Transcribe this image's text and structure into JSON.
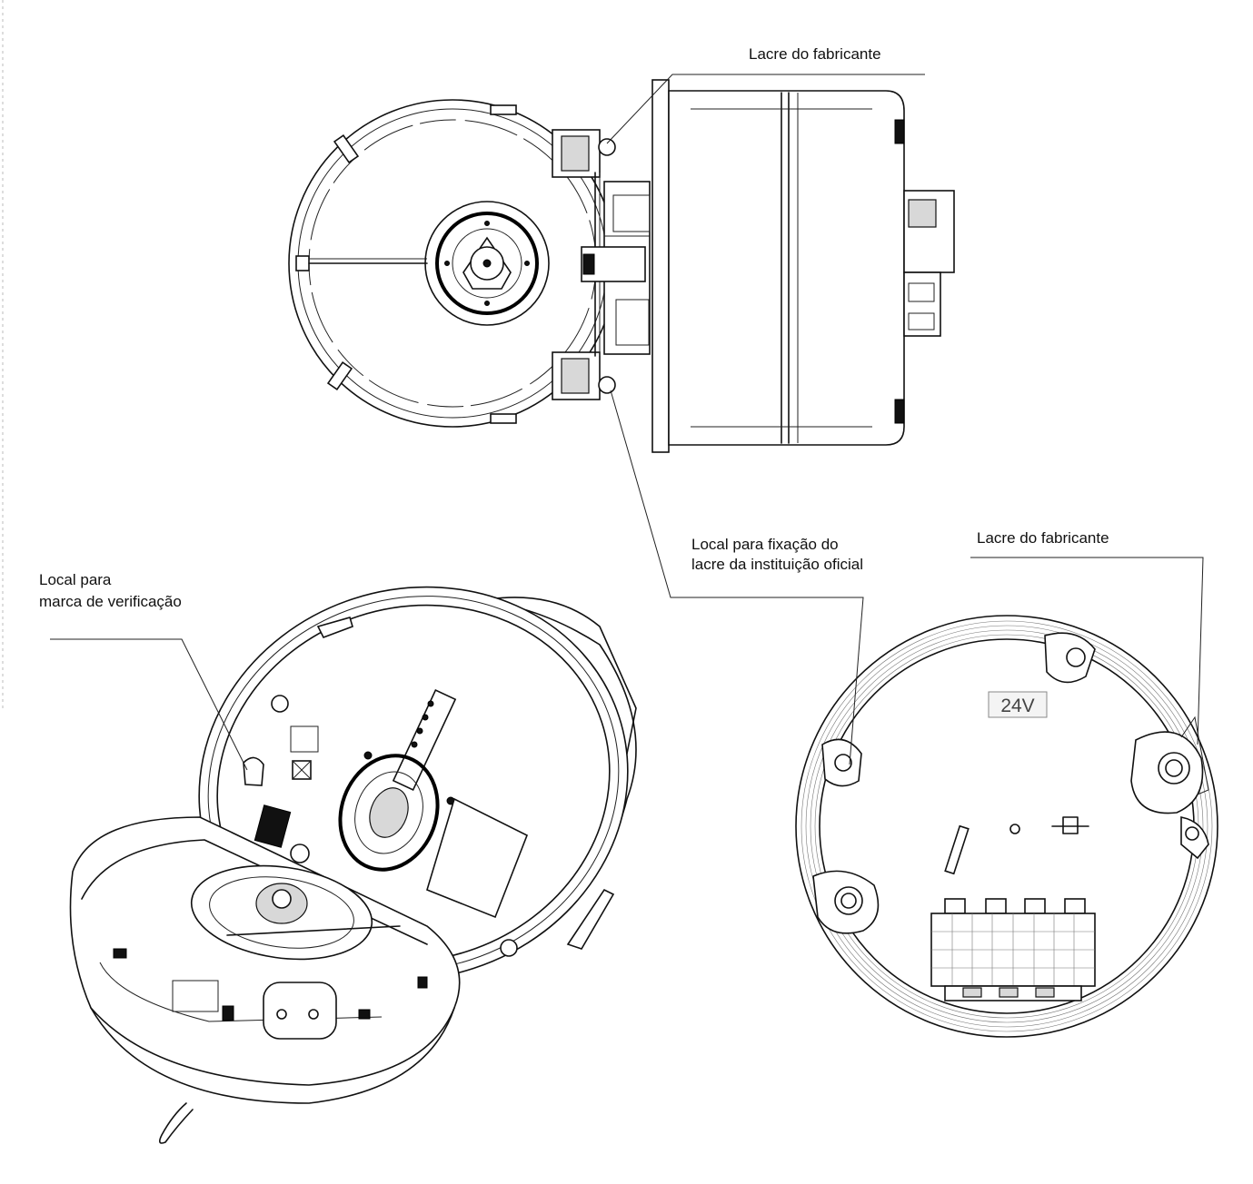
{
  "labels": {
    "top_seal": "Lacre do fabricante",
    "official_seal_line1": "Local para fixação do",
    "official_seal_line2": "lacre da instituição oficial",
    "right_seal": "Lacre do fabricante",
    "verification_line1": "Local para",
    "verification_line2": "marca de verificação",
    "voltage_badge": "24V"
  }
}
